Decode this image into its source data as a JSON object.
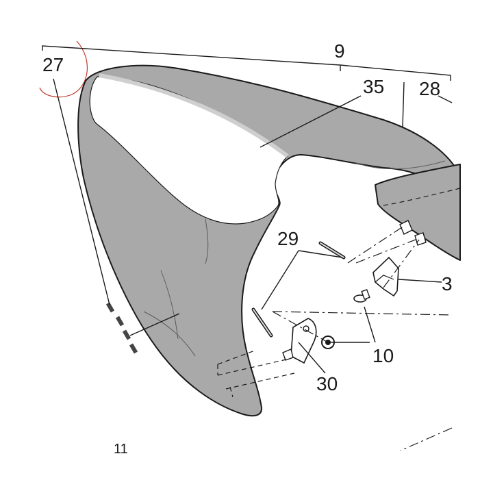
{
  "callouts": {
    "part_27": "27",
    "part_9": "9",
    "part_35": "35",
    "part_28": "28",
    "part_29": "29",
    "part_3": "3",
    "part_10": "10",
    "part_30": "30",
    "part_11": "11"
  },
  "colors": {
    "cover_fill": "#a9a9a9",
    "cover_highlight": "#ffffff",
    "stripe": "#cfcfcf",
    "ink": "#1a1a1a",
    "circle_mark": "#c0392b"
  }
}
